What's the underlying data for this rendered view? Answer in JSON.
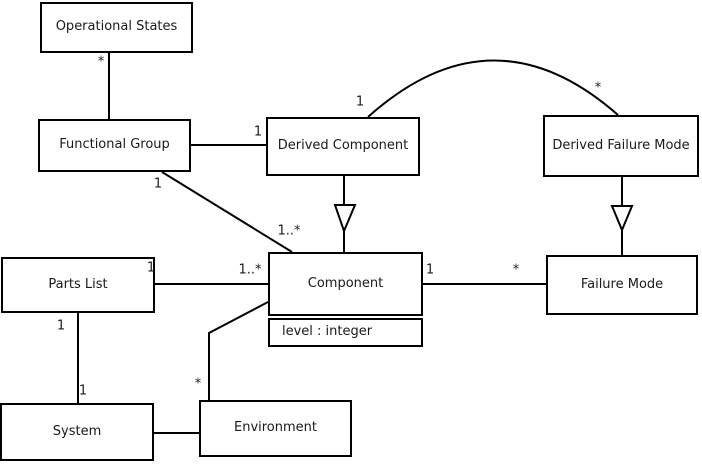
{
  "diagram": {
    "kind": "uml-class-diagram",
    "colors": {
      "line": "#000000",
      "box_background": "#ffffff",
      "text": "#1a1a1a",
      "background": "#ffffff"
    },
    "classes": {
      "operational_states": {
        "name": "Operational States"
      },
      "functional_group": {
        "name": "Functional Group"
      },
      "derived_component": {
        "name": "Derived Component"
      },
      "derived_failure_mode": {
        "name": "Derived Failure Mode"
      },
      "parts_list": {
        "name": "Parts List"
      },
      "component": {
        "name": "Component",
        "attribute": "level : integer"
      },
      "failure_mode": {
        "name": "Failure Mode"
      },
      "system": {
        "name": "System"
      },
      "environment": {
        "name": "Environment"
      }
    },
    "multiplicities": {
      "operational_states_functional_group": "*",
      "functional_group_derived_component": "1",
      "functional_group_component_source": "1",
      "functional_group_component_target": "1..*",
      "derived_component_arc": "1",
      "derived_failure_mode_arc": "*",
      "parts_list_component_source": "1",
      "parts_list_component_target": "1..*",
      "parts_list_system_source": "1",
      "parts_list_system_target": "1",
      "environment_component": "*",
      "component_failure_mode_source": "1",
      "component_failure_mode_target": "*"
    },
    "relationships": [
      {
        "from": "Operational States",
        "to": "Functional Group",
        "type": "association",
        "from_mult": "*"
      },
      {
        "from": "Functional Group",
        "to": "Derived Component",
        "type": "association",
        "to_mult": "1"
      },
      {
        "from": "Functional Group",
        "to": "Component",
        "type": "association",
        "from_mult": "1",
        "to_mult": "1..*"
      },
      {
        "from": "Derived Component",
        "to": "Derived Failure Mode",
        "type": "association",
        "from_mult": "1",
        "to_mult": "*"
      },
      {
        "from": "Derived Component",
        "to": "Component",
        "type": "generalization"
      },
      {
        "from": "Derived Failure Mode",
        "to": "Failure Mode",
        "type": "generalization"
      },
      {
        "from": "Parts List",
        "to": "Component",
        "type": "association",
        "from_mult": "1",
        "to_mult": "1..*"
      },
      {
        "from": "Parts List",
        "to": "System",
        "type": "association",
        "from_mult": "1",
        "to_mult": "1"
      },
      {
        "from": "System",
        "to": "Environment",
        "type": "association"
      },
      {
        "from": "Environment",
        "to": "Component",
        "type": "association",
        "from_mult": "*"
      },
      {
        "from": "Component",
        "to": "Failure Mode",
        "type": "association",
        "from_mult": "1",
        "to_mult": "*"
      }
    ]
  }
}
